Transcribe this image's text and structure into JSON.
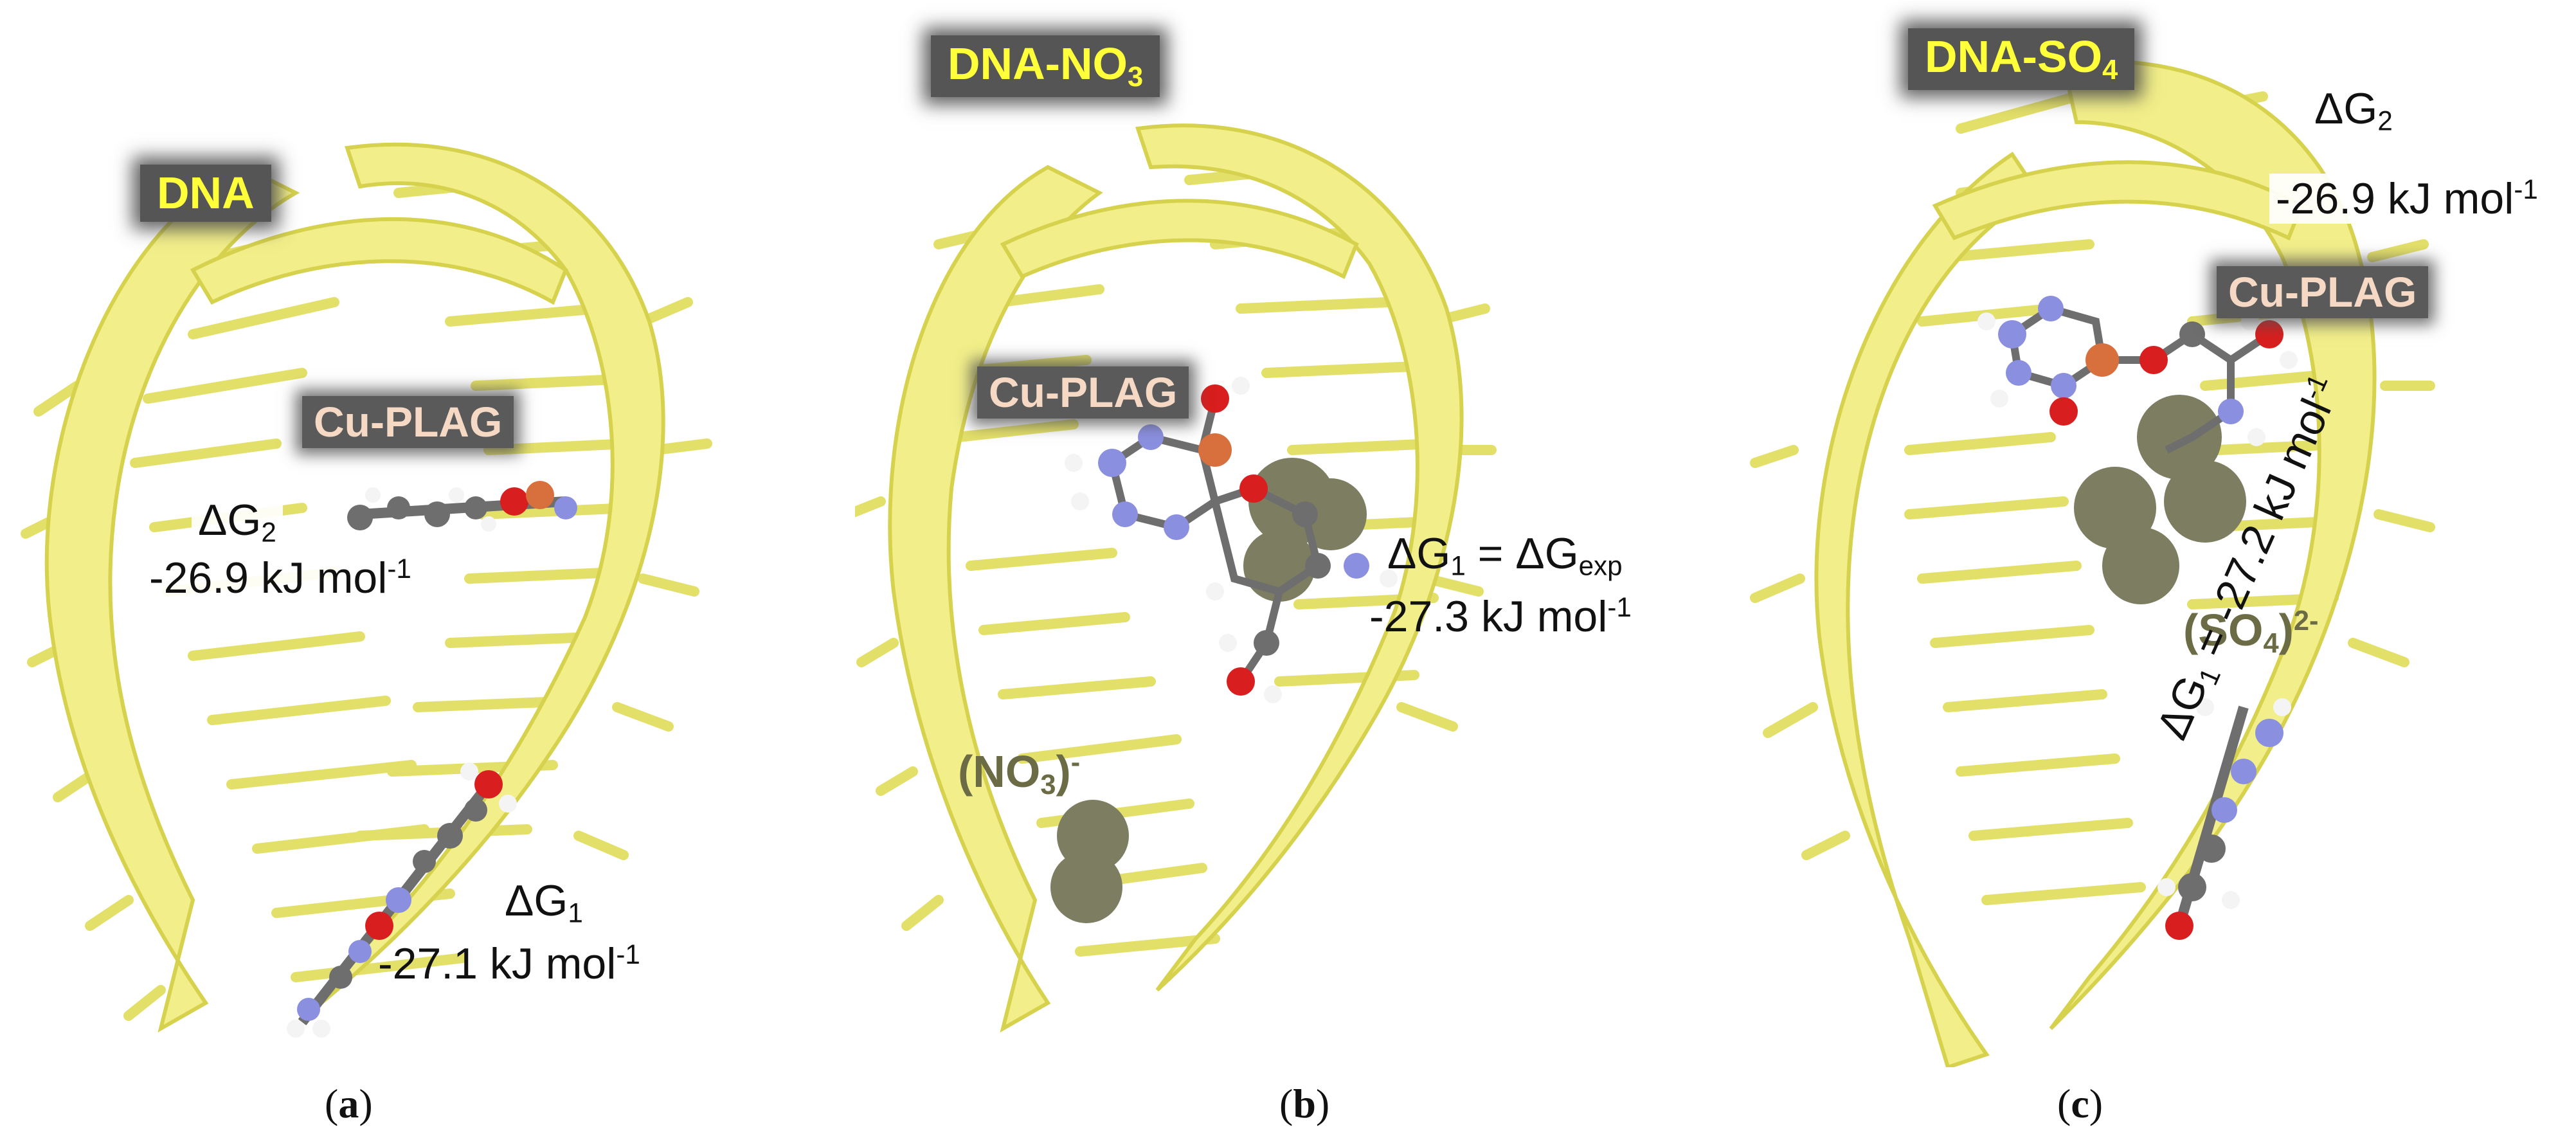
{
  "panels": [
    {
      "tag": "DNA",
      "cu_label": "Cu-PLAG",
      "dg2_symbol": "ΔG",
      "dg2_sub": "2",
      "dg2_value": "-26.9 kJ mol",
      "dg2_exp": "-1",
      "dg1_symbol": "ΔG",
      "dg1_sub": "1",
      "dg1_value": "-27.1 kJ mol",
      "dg1_exp": "-1",
      "caption_letter": "a"
    },
    {
      "tag_main": "DNA-NO",
      "tag_sub": "3",
      "cu_label": "Cu-PLAG",
      "dg_lhs": "ΔG",
      "dg_lhs_sub": "1",
      "dg_eq": " = ΔG",
      "dg_rhs_sub": "exp",
      "dg_value": "-27.3 kJ mol",
      "dg_exp": "-1",
      "ion_main": "(NO",
      "ion_sub": "3",
      "ion_close": ")",
      "ion_sup": "-",
      "caption_letter": "b"
    },
    {
      "tag_main": "DNA-SO",
      "tag_sub": "4",
      "cu_label": "Cu-PLAG",
      "dg2_symbol": "ΔG",
      "dg2_sub": "2",
      "dg2_value": "-26.9 kJ mol",
      "dg2_exp": "-1",
      "ion_main": "(SO",
      "ion_sub": "4",
      "ion_close": ")",
      "ion_sup": "2-",
      "dg1_symbol": "ΔG",
      "dg1_sub": "1",
      "dg1_value": " = -27.2 kJ mol",
      "dg1_exp": "-1",
      "caption_letter": "c"
    }
  ],
  "caption_open": "(",
  "caption_close": ")",
  "colors": {
    "ribbon": "#f2ef8a",
    "ribbon_edge": "#d6d24e",
    "sticks": "#e3e06a",
    "tag_bg": "#555555",
    "tag_text": "#ffff3a",
    "cu_text": "#f6d9c4",
    "carbon": "#6e6e6e",
    "nitrogen": "#8b8fe0",
    "oxygen": "#d81e1e",
    "copper": "#d8703e",
    "hydrogen": "#f4f4f4",
    "ion_sphere": "#7d7d62"
  }
}
